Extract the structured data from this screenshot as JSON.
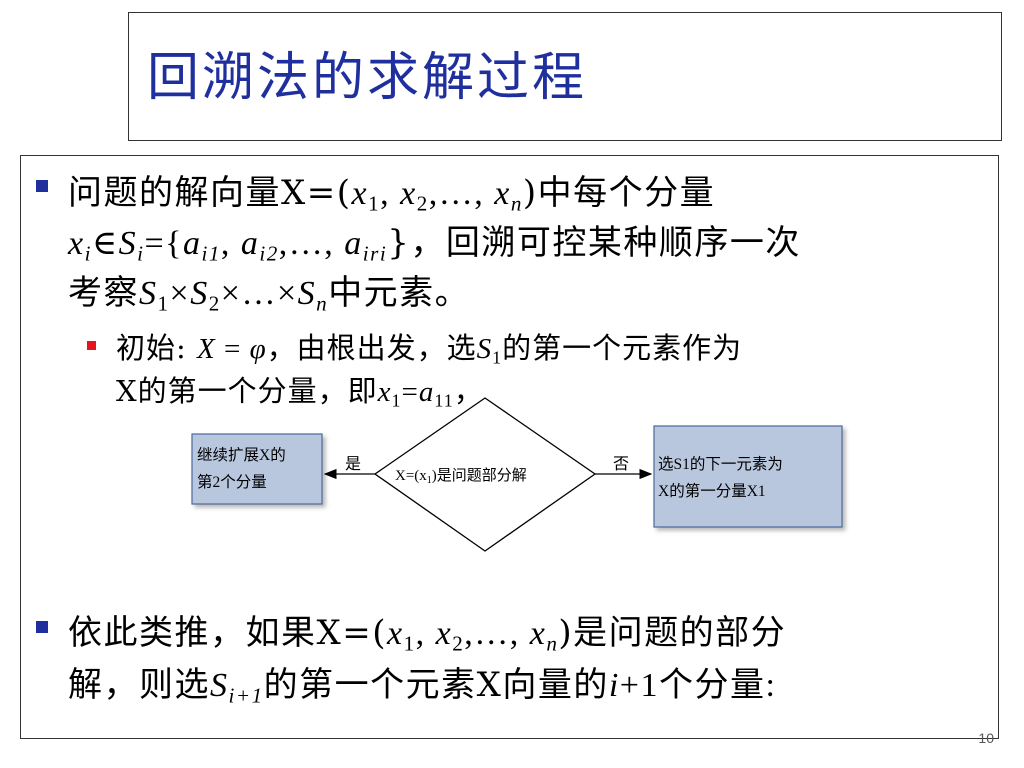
{
  "title": "回溯法的求解过程",
  "bullet1": {
    "l1_text": "问题的解向量X=(",
    "l1_x": "x",
    "l1_s1": "1",
    "l1_sep1": ", ",
    "l1_x2": "x",
    "l1_s2": "2",
    "l1_dots": ",…, ",
    "l1_xn": "x",
    "l1_sn": "n",
    "l1_tail": ")中每个分量",
    "l2_xi": "x",
    "l2_i": "i",
    "l2_in": "∈",
    "l2_S": "S",
    "l2_si": "i",
    "l2_eq": "={",
    "l2_a1": "a",
    "l2_a1s": "i1",
    "l2_sep": ", ",
    "l2_a2": "a",
    "l2_a2s": "i2",
    "l2_dots": ",…, ",
    "l2_ar": "a",
    "l2_ars": "iri",
    "l2_tail": "}，回溯可控某种顺序一次",
    "l3_head": "考察",
    "l3_S1": "S",
    "l3_s1": "1",
    "l3_x1": "×",
    "l3_S2": "S",
    "l3_s2": "2",
    "l3_mid": "×…×",
    "l3_Sn": "S",
    "l3_sn": "n",
    "l3_tail": "中元素。"
  },
  "sub1": {
    "l1_head": "初始:",
    "l1_X": "X",
    "l1_eq": " = ",
    "l1_phi": "φ",
    "l1_mid": "，由根出发，选",
    "l1_S": "S",
    "l1_s": "1",
    "l1_tail": "的第一个元素作为",
    "l2_head": "X的第一个分量，即",
    "l2_x": "x",
    "l2_xs": "1",
    "l2_eq": "=",
    "l2_a": "a",
    "l2_as": "11",
    "l2_tail": "，"
  },
  "diagram": {
    "left_box_line1": "继续扩展X的",
    "left_box_line2": "第2个分量",
    "diamond_label": "X=(x",
    "diamond_sub": "1",
    "diamond_tail": ")是问题部分解",
    "yes_label": "是",
    "no_label": "否",
    "right_box_line1": "选S1的下一元素为",
    "right_box_line2": "X的第一分量X1"
  },
  "bullet2": {
    "l1_text": "依此类推，如果X=(",
    "l1_x": "x",
    "l1_s1": "1",
    "l1_sep1": ", ",
    "l1_x2": "x",
    "l1_s2": "2",
    "l1_dots": ",…, ",
    "l1_xn": "x",
    "l1_sn": "n",
    "l1_tail": ")是问题的部分",
    "l2_head": "解，则选",
    "l2_S": "S",
    "l2_s": "i+1",
    "l2_mid": "的第一个元素X向量的",
    "l2_i": "i",
    "l2_tail": "+1个分量:"
  },
  "page_number": "10",
  "colors": {
    "title": "#1f2f9e",
    "bullet_primary": "#1f2f9e",
    "bullet_secondary": "#e8131b",
    "box_fill": "#b9c7de",
    "box_stroke": "#4a6a9c"
  }
}
